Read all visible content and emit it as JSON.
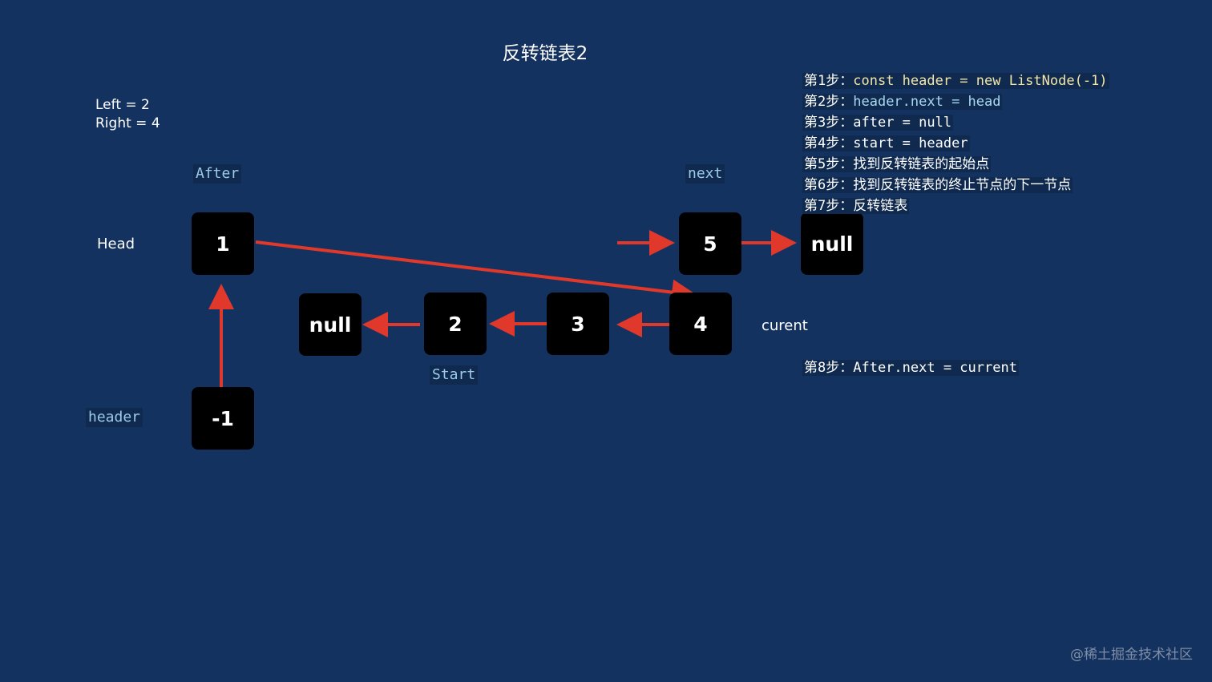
{
  "title": "反转链表2",
  "params": {
    "left": "Left = 2",
    "right": "Right = 4"
  },
  "labels": {
    "head": "Head",
    "header": "header",
    "after": "After",
    "next": "next",
    "start": "Start",
    "current": "curent"
  },
  "nodes": {
    "n1": "1",
    "n5": "5",
    "null_right": "null",
    "null_left": "null",
    "n2": "2",
    "n3": "3",
    "n4": "4",
    "n_minus1": "-1"
  },
  "steps": [
    {
      "prefix": "第1步：",
      "code": "const header = new ListNode(-1)"
    },
    {
      "prefix": "第2步：",
      "code": "header.next = head"
    },
    {
      "prefix": "第3步：",
      "code": "after = null"
    },
    {
      "prefix": "第4步：",
      "code": "start = header"
    },
    {
      "prefix": "第5步：",
      "code": "找到反转链表的起始点"
    },
    {
      "prefix": "第6步：",
      "code": "找到反转链表的终止节点的下一节点"
    },
    {
      "prefix": "第7步：",
      "code": "反转链表"
    }
  ],
  "step8": {
    "prefix": "第8步：",
    "code": "After.next = current"
  },
  "colors": {
    "background": "#14325f",
    "arrow": "#e0392b",
    "node": "#000000",
    "label_bg": "#0f2a4e"
  },
  "watermark": "@稀土掘金技术社区"
}
